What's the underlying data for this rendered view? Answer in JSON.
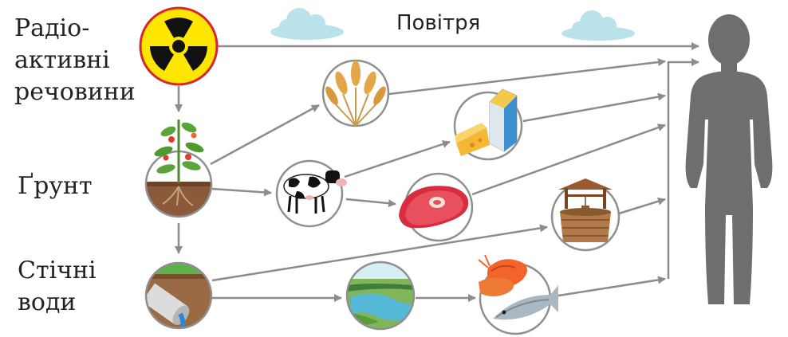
{
  "labels": {
    "radioactive": [
      "Радіо-",
      "активні",
      "речовини"
    ],
    "soil": "Ґрунт",
    "wastewater": [
      "Стічні",
      "води"
    ],
    "air": "Повітря"
  },
  "colors": {
    "arrow": "#8c8c8c",
    "circle_stroke": "#8f8f8f",
    "human": "#6e6e6e",
    "cloud": "#b9e2ea",
    "radiation_yellow": "#ffe600",
    "radiation_ring": "#d9262e"
  },
  "icons": [
    "radiation-icon",
    "plant-in-soil-icon",
    "sewer-pipe-icon",
    "wheat-icon",
    "cow-icon",
    "milk-cheese-icon",
    "meat-icon",
    "well-icon",
    "river-icon",
    "shrimp-fish-icon",
    "human-silhouette-icon",
    "cloud-icon"
  ]
}
